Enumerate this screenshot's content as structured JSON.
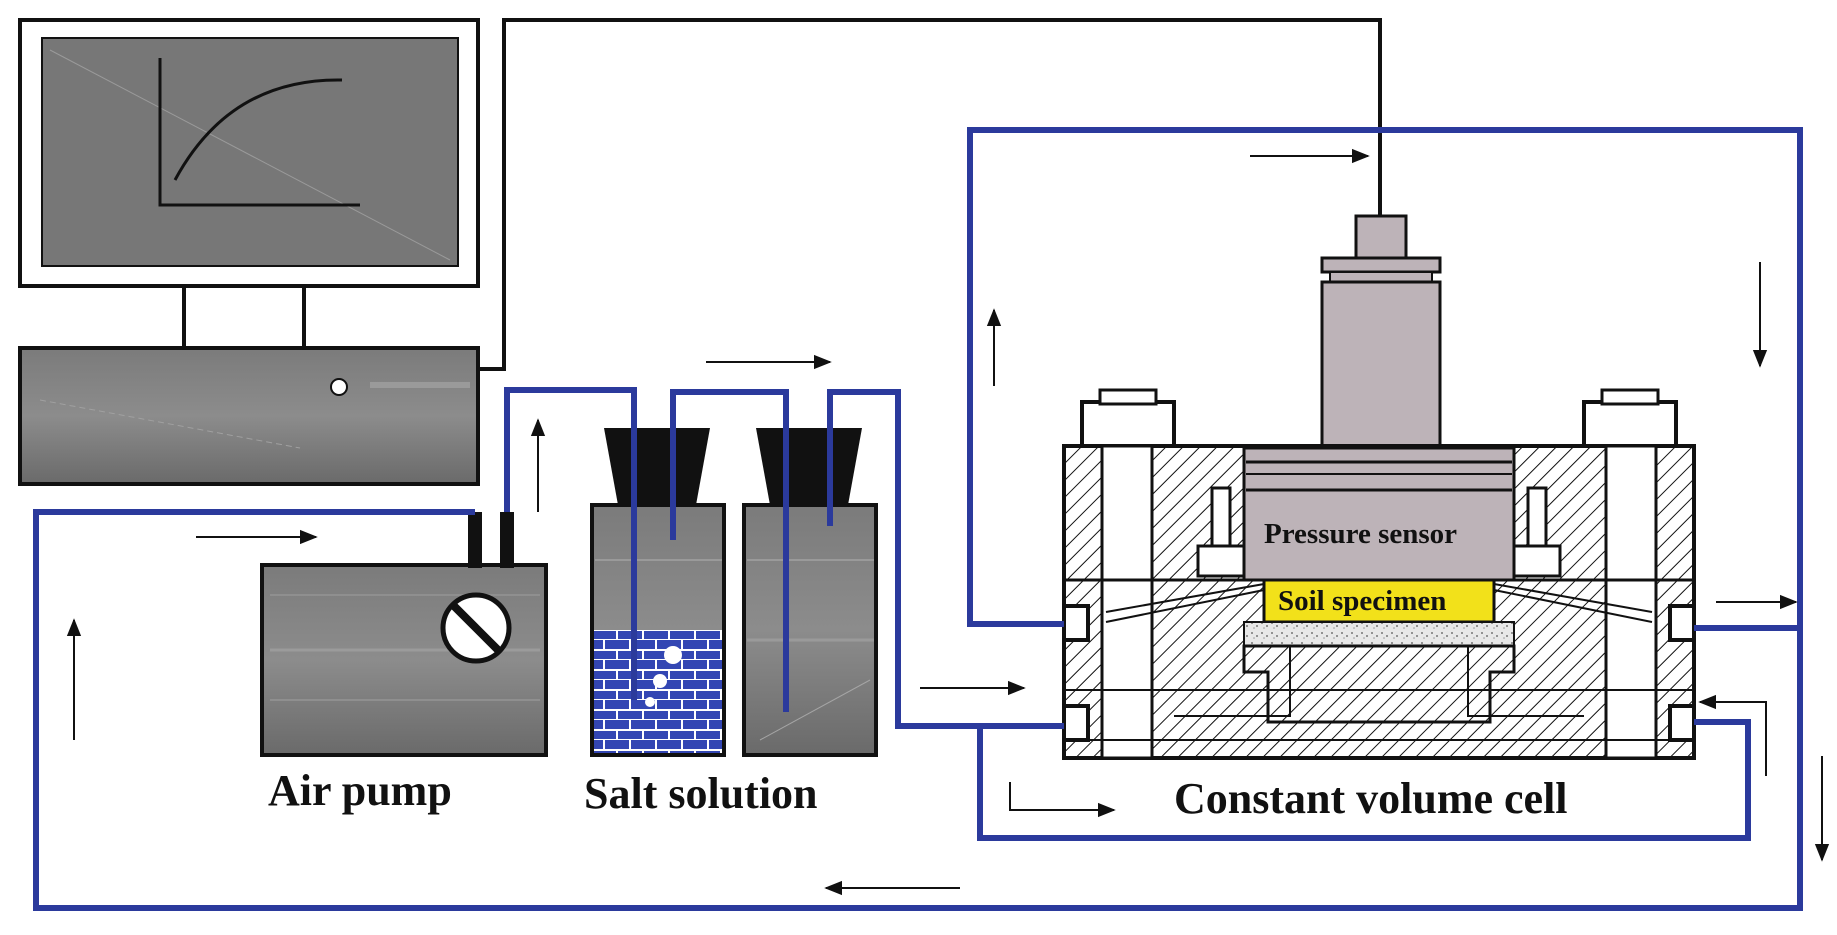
{
  "labels": {
    "air_pump": "Air pump",
    "salt_solution": "Salt solution",
    "constant_volume_cell": "Constant volume cell",
    "pressure_sensor": "Pressure sensor",
    "soil_specimen": "Soil specimen"
  },
  "colors": {
    "pipe": "#2b3a9c",
    "body_gray": "#6f6f6f",
    "sensor_gray": "#bdb3b8",
    "specimen_yellow": "#f2e11a",
    "liquid": "#3346b3"
  }
}
